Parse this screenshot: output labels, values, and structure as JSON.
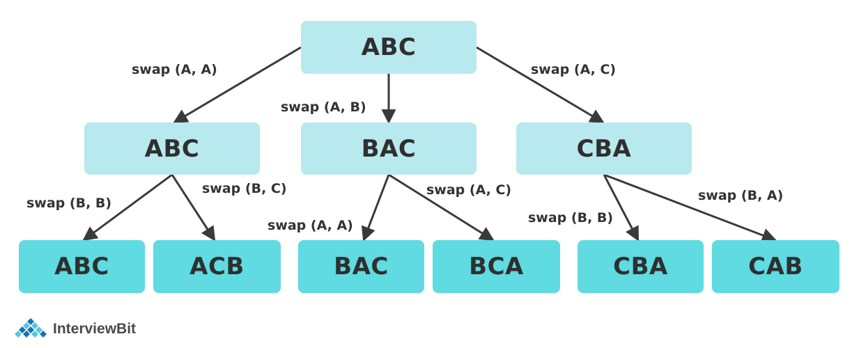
{
  "nodes": {
    "root": "ABC",
    "l1_left": "ABC",
    "l1_mid": "BAC",
    "l1_right": "CBA",
    "l2_1": "ABC",
    "l2_2": "ACB",
    "l2_3": "BAC",
    "l2_4": "BCA",
    "l2_5": "CBA",
    "l2_6": "CAB"
  },
  "edges": {
    "root_l1_left": "swap (A, A)",
    "root_l1_mid": "swap (A, B)",
    "root_l1_right": "swap (A, C)",
    "l1_left_l2_1": "swap (B, B)",
    "l1_left_l2_2": "swap (B, C)",
    "l1_mid_l2_3": "swap (A, A)",
    "l1_mid_l2_4": "swap (A, C)",
    "l1_right_l2_5": "swap (B, B)",
    "l1_right_l2_6": "swap (B, A)"
  },
  "colors": {
    "top_nodes": "#b8e9ee",
    "leaf_nodes": "#5fdbe1",
    "edge": "#3a3a3a",
    "logo_blue": "#1a6fb5",
    "logo_teal": "#54c7d9"
  },
  "brand": {
    "name": "InterviewBit",
    "logo_icon": "interviewbit-diamond-logo-icon"
  }
}
